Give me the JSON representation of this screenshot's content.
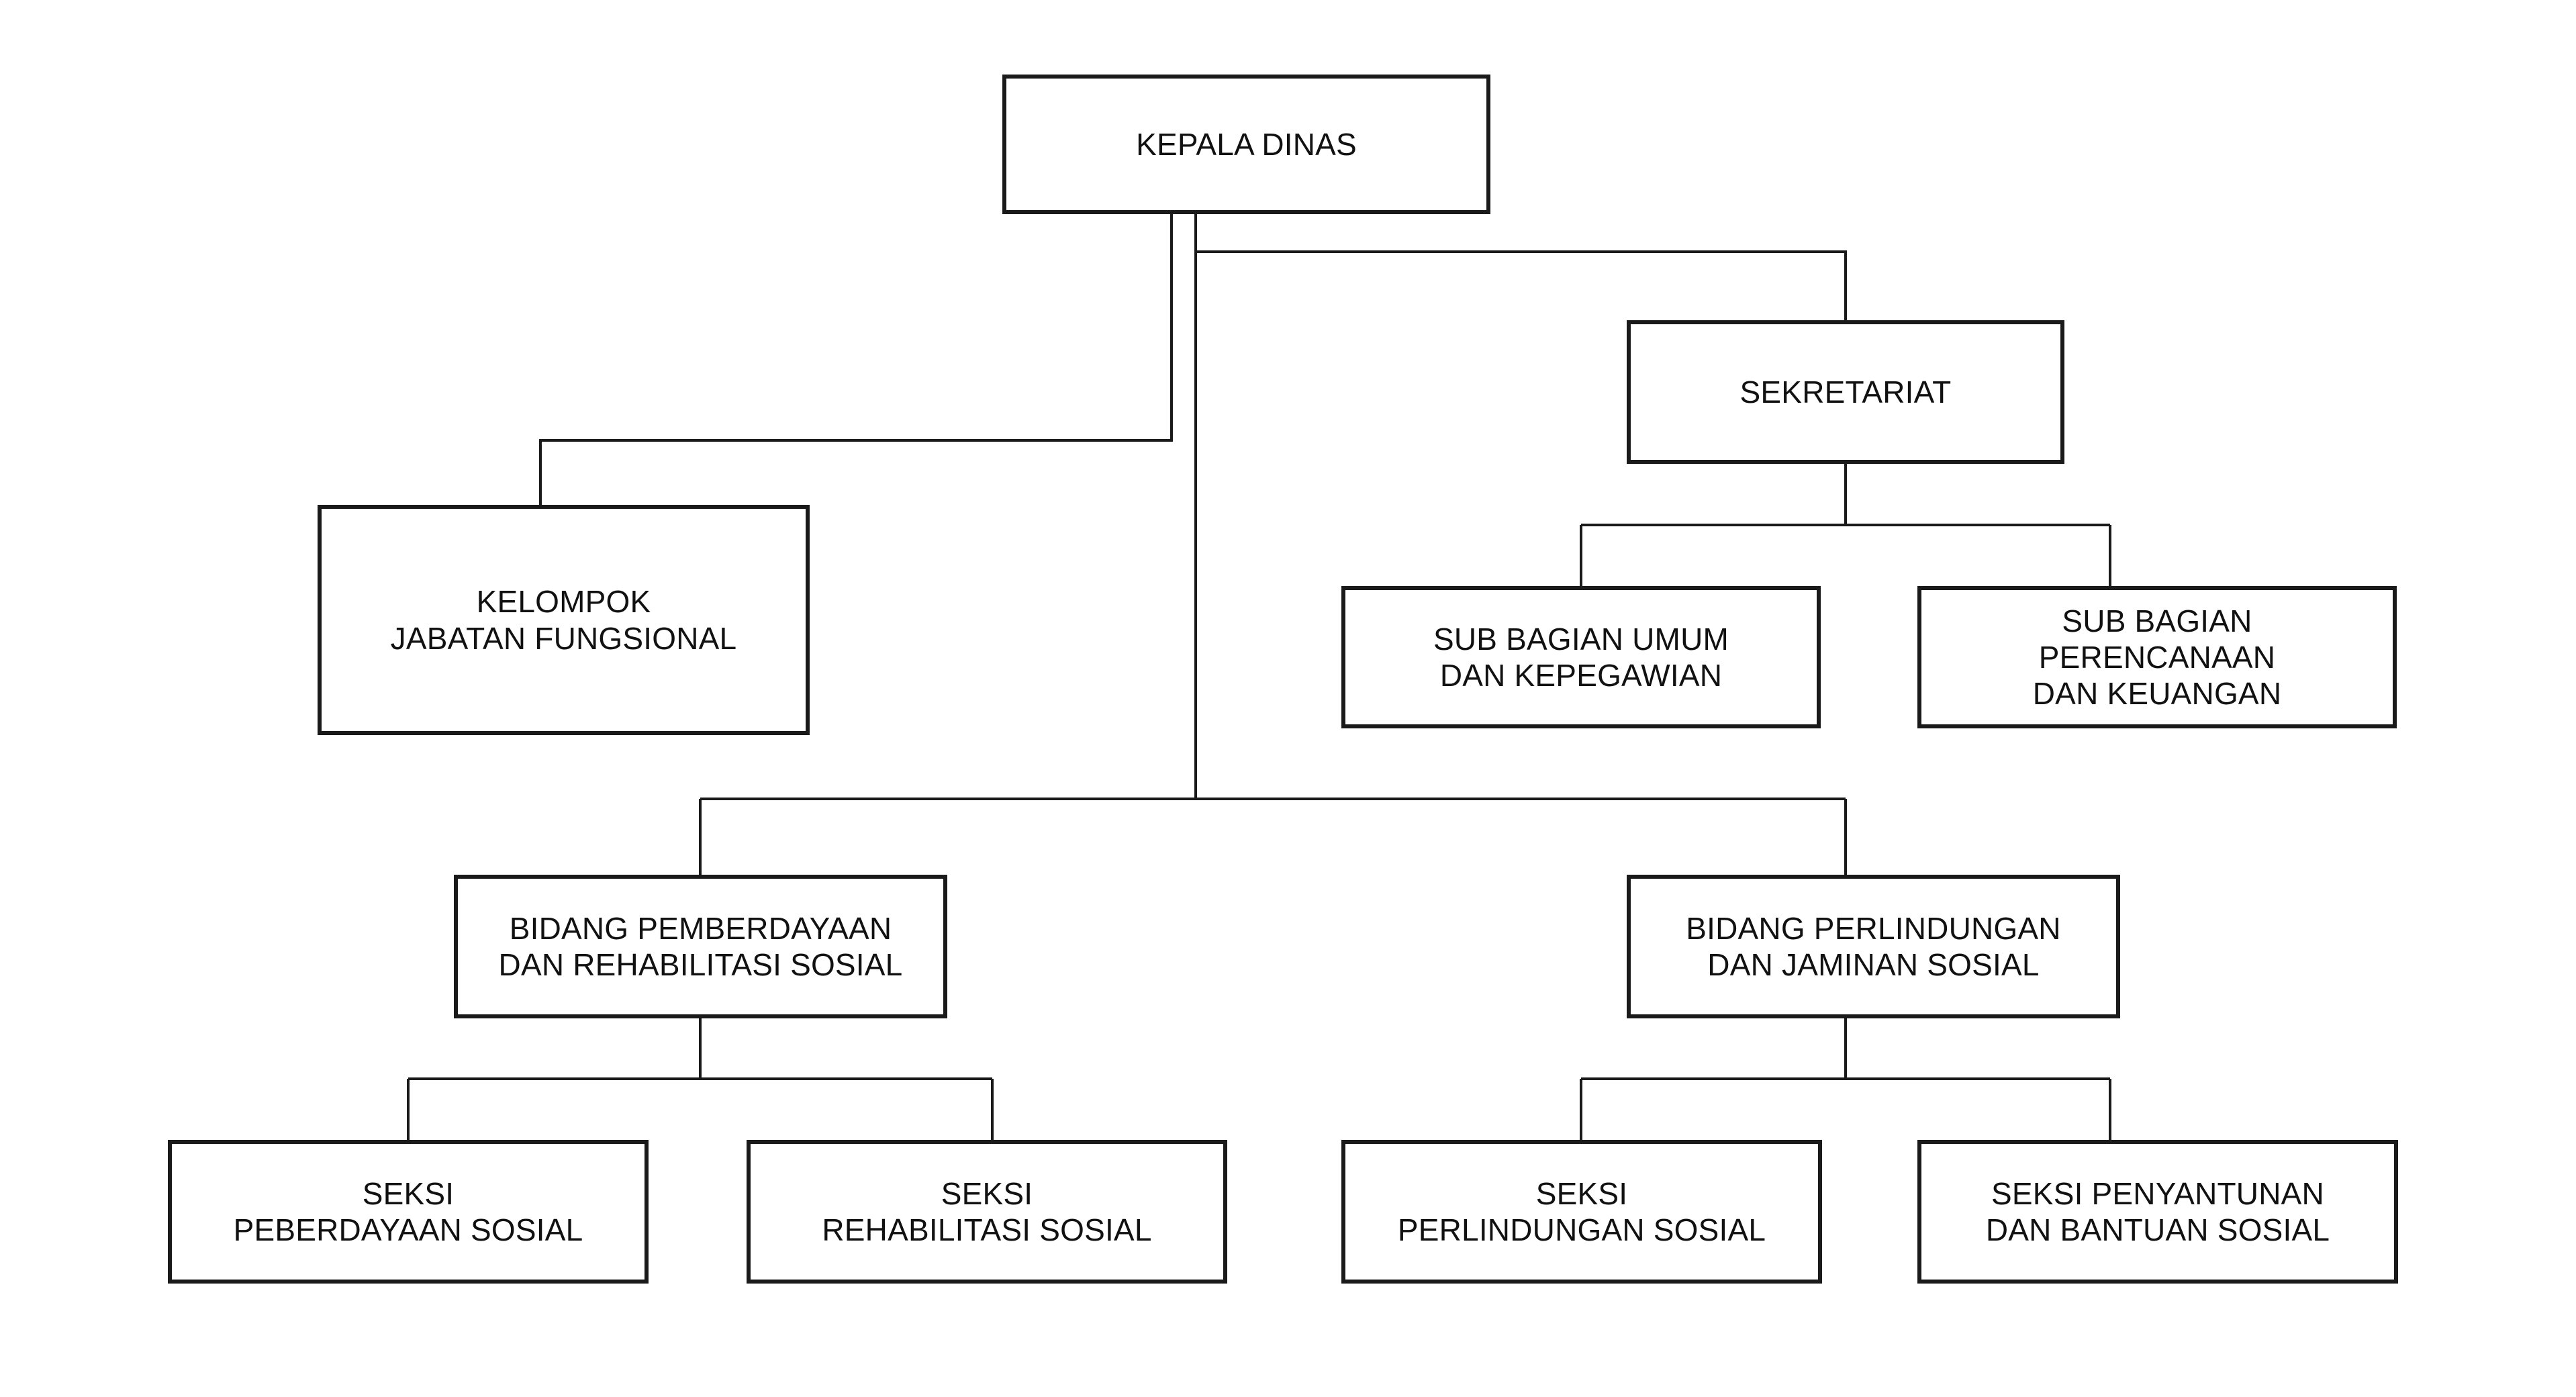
{
  "document": {
    "type": "organizational-chart",
    "orientation": "top-down",
    "background_color": "#ffffff",
    "box_border_color": "#1a1a1a",
    "connector_color": "#1a1a1a",
    "text_color": "#111111"
  },
  "nodes": {
    "kepala_dinas": {
      "label": "KEPALA DINAS",
      "level": 0
    },
    "kelompok_jabatan_fungsional": {
      "label": "KELOMPOK\nJABATAN FUNGSIONAL",
      "level": 1
    },
    "sekretariat": {
      "label": "SEKRETARIAT",
      "level": 1
    },
    "sub_bagian_umum": {
      "label": "SUB BAGIAN UMUM\nDAN KEPEGAWIAN",
      "level": 2
    },
    "sub_bagian_perencanaan": {
      "label": "SUB BAGIAN\nPERENCANAAN\nDAN KEUANGAN",
      "level": 2
    },
    "bidang_pemberdayaan": {
      "label": "BIDANG PEMBERDAYAAN\nDAN REHABILITASI SOSIAL",
      "level": 2
    },
    "bidang_perlindungan": {
      "label": "BIDANG PERLINDUNGAN\nDAN JAMINAN SOSIAL",
      "level": 2
    },
    "seksi_peberdayaan_sosial": {
      "label": "SEKSI\nPEBERDAYAAN SOSIAL",
      "level": 3
    },
    "seksi_rehabilitasi_sosial": {
      "label": "SEKSI\nREHABILITASI SOSIAL",
      "level": 3
    },
    "seksi_perlindungan_sosial": {
      "label": "SEKSI\nPERLINDUNGAN SOSIAL",
      "level": 3
    },
    "seksi_penyantunan": {
      "label": "SEKSI PENYANTUNAN\nDAN BANTUAN SOSIAL",
      "level": 3
    }
  },
  "hierarchy": [
    {
      "parent": "kepala_dinas",
      "child": "kelompok_jabatan_fungsional",
      "style": "dashed-staff-line"
    },
    {
      "parent": "kepala_dinas",
      "child": "sekretariat",
      "style": "solid"
    },
    {
      "parent": "sekretariat",
      "child": "sub_bagian_umum",
      "style": "solid"
    },
    {
      "parent": "sekretariat",
      "child": "sub_bagian_perencanaan",
      "style": "solid"
    },
    {
      "parent": "kepala_dinas",
      "child": "bidang_pemberdayaan",
      "style": "solid"
    },
    {
      "parent": "kepala_dinas",
      "child": "bidang_perlindungan",
      "style": "solid"
    },
    {
      "parent": "bidang_pemberdayaan",
      "child": "seksi_peberdayaan_sosial",
      "style": "solid"
    },
    {
      "parent": "bidang_pemberdayaan",
      "child": "seksi_rehabilitasi_sosial",
      "style": "solid"
    },
    {
      "parent": "bidang_perlindungan",
      "child": "seksi_perlindungan_sosial",
      "style": "solid"
    },
    {
      "parent": "bidang_perlindungan",
      "child": "seksi_penyantunan",
      "style": "solid"
    }
  ]
}
